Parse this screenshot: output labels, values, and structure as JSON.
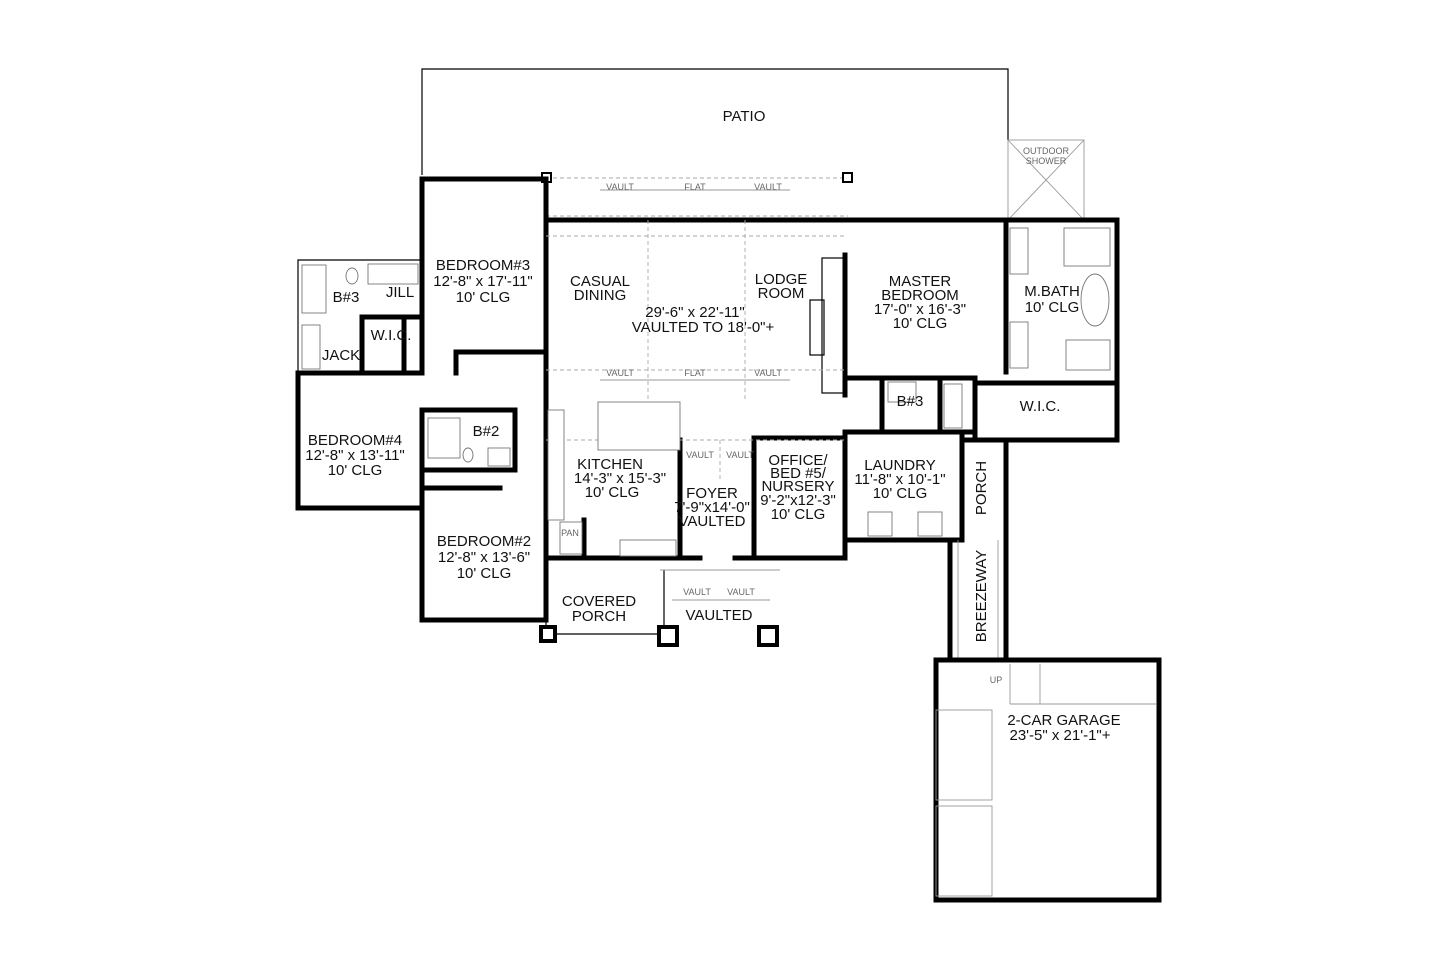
{
  "rooms": {
    "patio": "PATIO",
    "outdoor_shower_1": "OUTDOOR",
    "outdoor_shower_2": "SHOWER",
    "bedroom3": {
      "name": "BEDROOM#3",
      "size": "12'-8\" x 17'-11\"",
      "clg": "10' CLG"
    },
    "jill": "JILL",
    "bath3_left": "B#3",
    "jack": "JACK",
    "wic_left": "W.I.C.",
    "casual_dining_1": "CASUAL",
    "casual_dining_2": "DINING",
    "lodge_room_1": "LODGE",
    "lodge_room_2": "ROOM",
    "great_room": {
      "size": "29'-6\" x 22'-11\"",
      "vault": "VAULTED TO 18'-0\"+"
    },
    "master_bedroom": {
      "name1": "MASTER",
      "name2": "BEDROOM",
      "size": "17'-0\" x 16'-3\"",
      "clg": "10' CLG"
    },
    "master_bath": {
      "name": "M.BATH",
      "clg": "10' CLG"
    },
    "wic_master": "W.I.C.",
    "bath3_right": "B#3",
    "bedroom4": {
      "name": "BEDROOM#4",
      "size": "12'-8\" x 13'-11\"",
      "clg": "10' CLG"
    },
    "bath2": "B#2",
    "kitchen": {
      "name": "KITCHEN",
      "size": "14'-3\" x 15'-3\"",
      "clg": "10' CLG"
    },
    "pantry": "PAN",
    "foyer": {
      "name": "FOYER",
      "size": "7'-9\"x14'-0\"",
      "clg": "VAULTED"
    },
    "office": {
      "name1": "OFFICE/",
      "name2": "BED #5/",
      "name3": "NURSERY",
      "size": "9'-2\"x12'-3\"",
      "clg": "10' CLG"
    },
    "laundry": {
      "name": "LAUNDRY",
      "size": "11'-8\" x 10'-1\"",
      "clg": "10' CLG"
    },
    "porch_side": "PORCH",
    "breezeway": "BREEZEWAY",
    "bedroom2": {
      "name": "BEDROOM#2",
      "size": "12'-8\" x 13'-6\"",
      "clg": "10' CLG"
    },
    "covered_porch_1": "COVERED",
    "covered_porch_2": "PORCH",
    "entry_porch": "VAULTED",
    "garage": {
      "name": "2-CAR GARAGE",
      "size": "23'-5\" x 21'-1\"+"
    }
  },
  "ceiling_notes": {
    "vault": "VAULT",
    "flat": "FLAT",
    "up": "UP"
  }
}
